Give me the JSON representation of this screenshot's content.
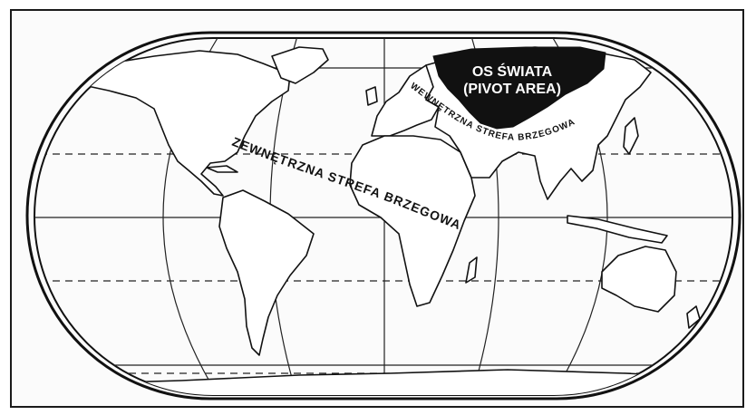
{
  "map": {
    "pivot_area_line1": "OS ŚWIATA",
    "pivot_area_line2": "(PIVOT AREA)",
    "inner_zone_label": "WEWNĘTRZNA STREFA BRZEGOWA",
    "outer_zone_label": "ZEWNĘTRZNA STREFA BRZEGOWA",
    "colors": {
      "pivot_area": "#111111",
      "land": "#ffffff",
      "lines": "#111111"
    }
  }
}
